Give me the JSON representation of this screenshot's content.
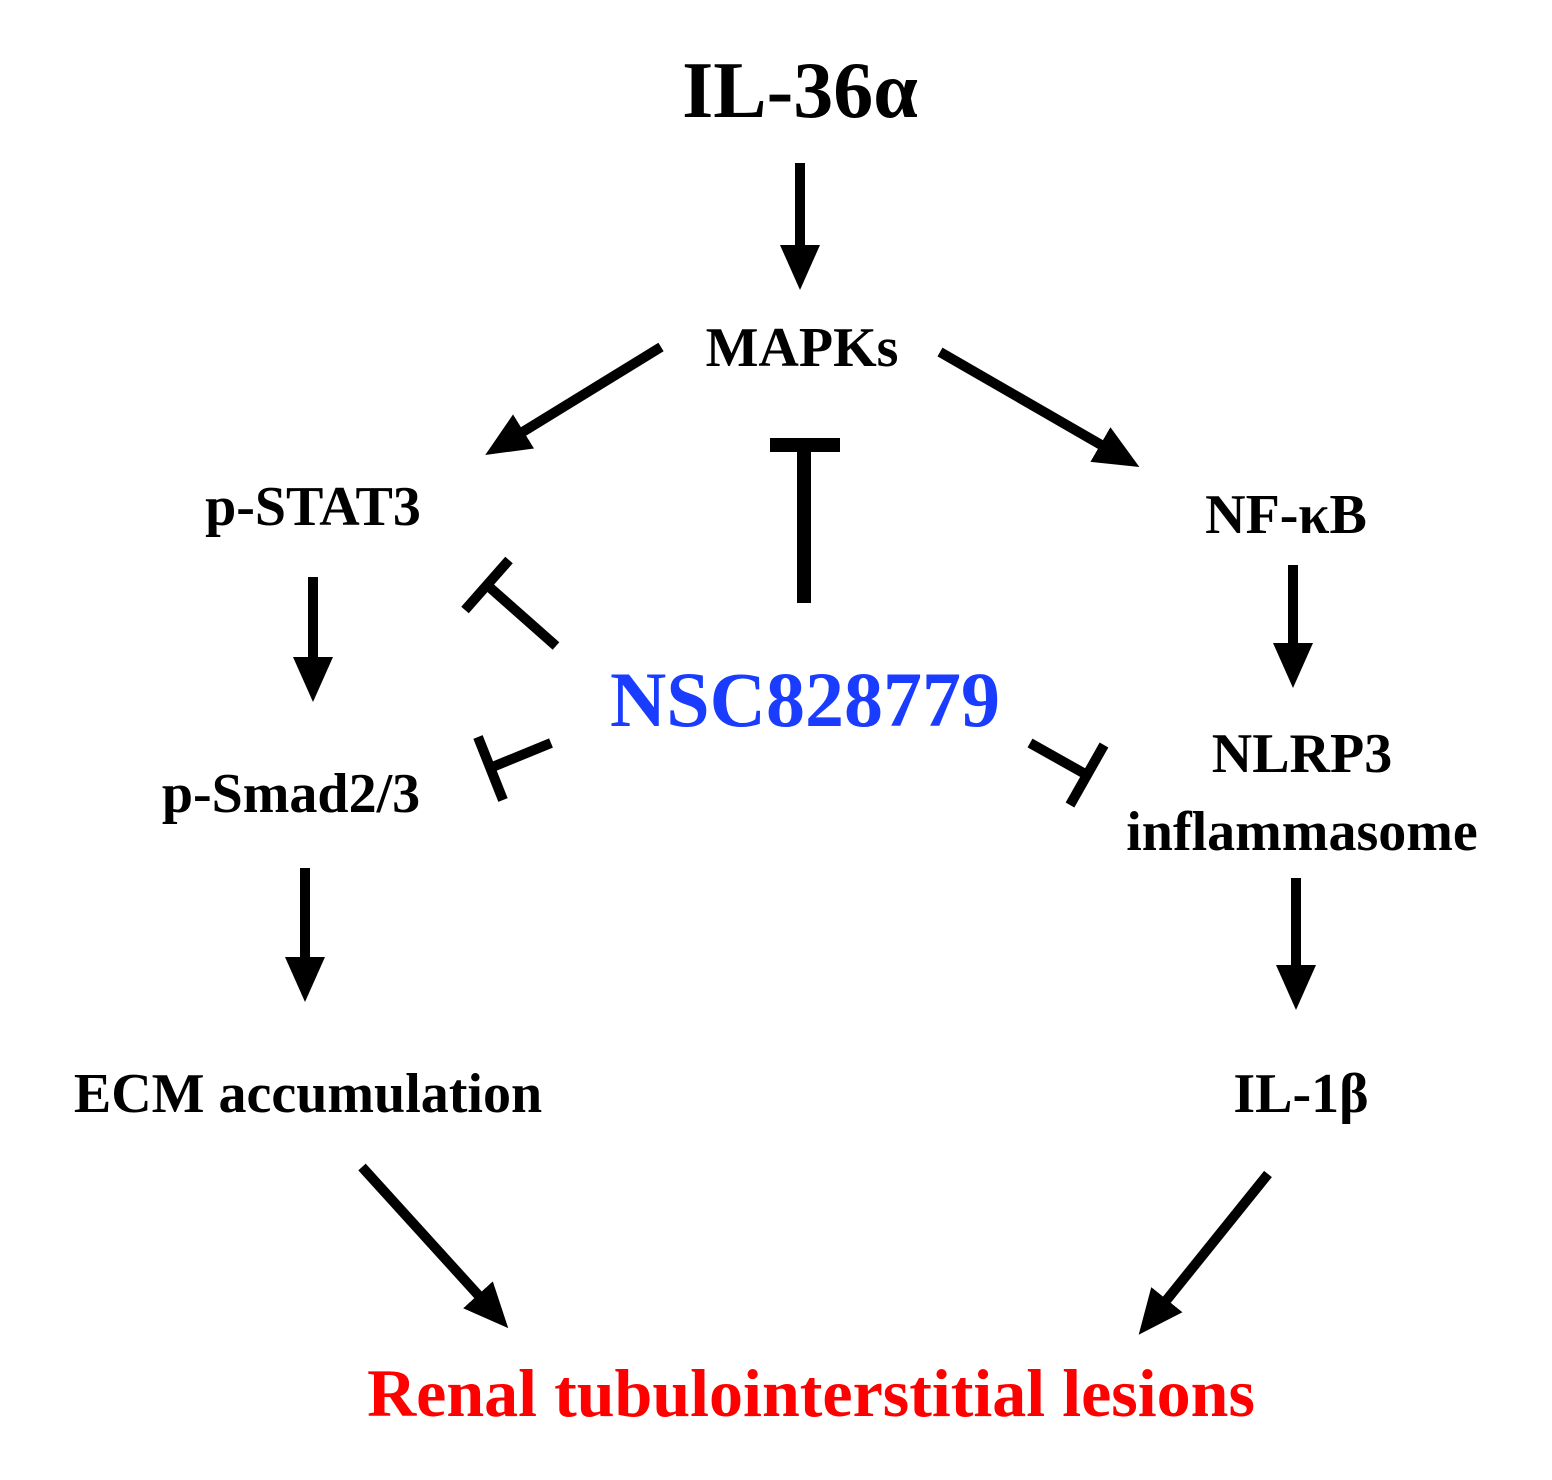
{
  "diagram": {
    "nodes": {
      "il36a": "IL-36α",
      "mapks": "MAPKs",
      "pstat3": "p-STAT3",
      "nfkb": "NF-κB",
      "drug": "NSC828779",
      "psmad": "p-Smad2/3",
      "nlrp3_line1": "NLRP3",
      "nlrp3_line2": "inflammasome",
      "ecm": "ECM accumulation",
      "il1b": "IL-1β",
      "outcome": "Renal tubulointerstitial lesions"
    },
    "colors": {
      "drug": "#1a3cff",
      "outcome": "#ff0000",
      "arrows": "#000000"
    },
    "edges": [
      {
        "from": "IL-36α",
        "to": "MAPKs",
        "type": "activation"
      },
      {
        "from": "MAPKs",
        "to": "p-STAT3",
        "type": "activation"
      },
      {
        "from": "MAPKs",
        "to": "NF-κB",
        "type": "activation"
      },
      {
        "from": "p-STAT3",
        "to": "p-Smad2/3",
        "type": "activation"
      },
      {
        "from": "p-Smad2/3",
        "to": "ECM accumulation",
        "type": "activation"
      },
      {
        "from": "NF-κB",
        "to": "NLRP3 inflammasome",
        "type": "activation"
      },
      {
        "from": "NLRP3 inflammasome",
        "to": "IL-1β",
        "type": "activation"
      },
      {
        "from": "ECM accumulation",
        "to": "Renal tubulointerstitial lesions",
        "type": "activation"
      },
      {
        "from": "IL-1β",
        "to": "Renal tubulointerstitial lesions",
        "type": "activation"
      },
      {
        "from": "NSC828779",
        "to": "MAPKs",
        "type": "inhibition"
      },
      {
        "from": "NSC828779",
        "to": "p-STAT3",
        "type": "inhibition"
      },
      {
        "from": "NSC828779",
        "to": "p-Smad2/3",
        "type": "inhibition"
      },
      {
        "from": "NSC828779",
        "to": "NLRP3 inflammasome",
        "type": "inhibition"
      }
    ]
  }
}
